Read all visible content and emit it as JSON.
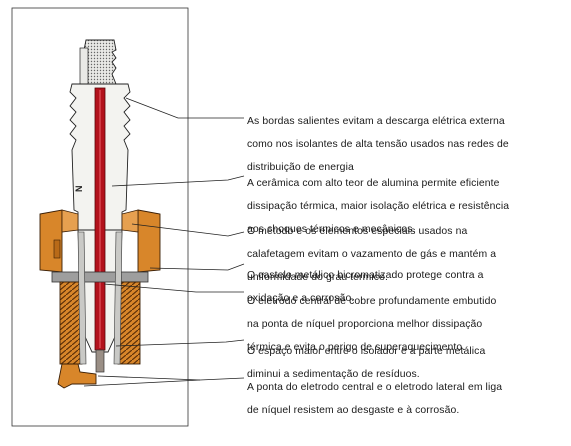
{
  "callouts": [
    {
      "lines": [
        "As bordas salientes evitam a descarga elétrica externa",
        "como nos isolantes de alta tensão usados nas redes de",
        "distribuição de energia"
      ]
    },
    {
      "lines": [
        "A cerâmica com alto teor de alumina  permite eficiente",
        "dissipação térmica, maior isolação elétrica e resistência",
        "aos choques térmicos e mecânicos."
      ]
    },
    {
      "lines": [
        "O método e os elementos especiais usados na",
        "calafetagem  evitam o vazamento de gás e mantém a",
        "uniformidade do grau térmico."
      ]
    },
    {
      "lines": [
        "O castelo metálico bicromatizado protege contra a",
        "oxidação e a corrosão."
      ]
    },
    {
      "lines": [
        "O eletrodo central de cobre profundamente embutido",
        "na ponta de níquel proporciona melhor dissipação",
        "térmica e evita o perigo de superaquecimento."
      ]
    },
    {
      "lines": [
        "O espaço maior entre o isolador e a parte metálica",
        "diminui a sedimentação de resíduos."
      ]
    },
    {
      "lines": [
        "A ponta do eletrodo central e o eletrodo lateral em liga",
        "de níquel resistem ao desgaste e à corrosão."
      ]
    }
  ],
  "insulator_mark": "N",
  "colors": {
    "ceramic": "#f3f3f0",
    "metal_shell": "#d8862a",
    "electrode": "#b3121c",
    "outline": "#222222"
  }
}
